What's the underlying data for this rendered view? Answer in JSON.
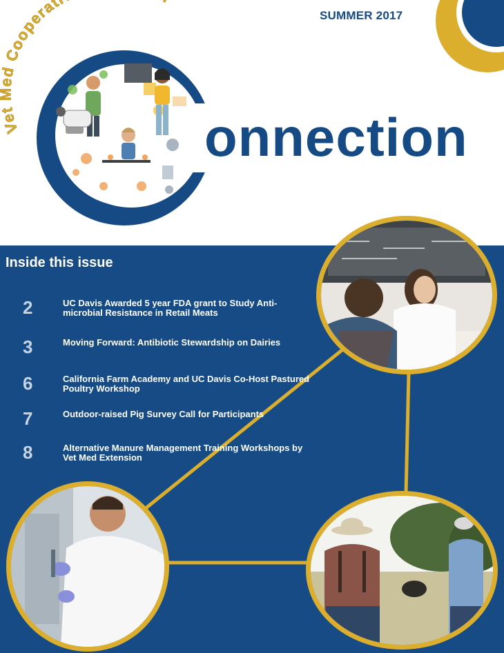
{
  "header": {
    "season": "SUMMER 2017",
    "arc_text": "Vet Med Cooperative Extension",
    "wordmark": "onnection"
  },
  "toc": {
    "heading": "Inside this issue",
    "items": [
      {
        "page": "2",
        "title": "UC Davis Awarded 5 year FDA grant to Study Anti-microbial Resistance in Retail Meats"
      },
      {
        "page": "3",
        "title": "Moving Forward: Antibiotic Stewardship on Dairies"
      },
      {
        "page": "6",
        "title": "California Farm Academy and UC Davis Co-Host Pastured Poultry Workshop"
      },
      {
        "page": "7",
        "title": "Outdoor-raised Pig Survey Call for Participants"
      },
      {
        "page": "8",
        "title": "Alternative Manure Management Training Workshops by Vet Med Extension"
      }
    ]
  },
  "colors": {
    "navy": "#164b85",
    "gold": "#dcae2e",
    "light_blue": "#c6d3e3"
  }
}
